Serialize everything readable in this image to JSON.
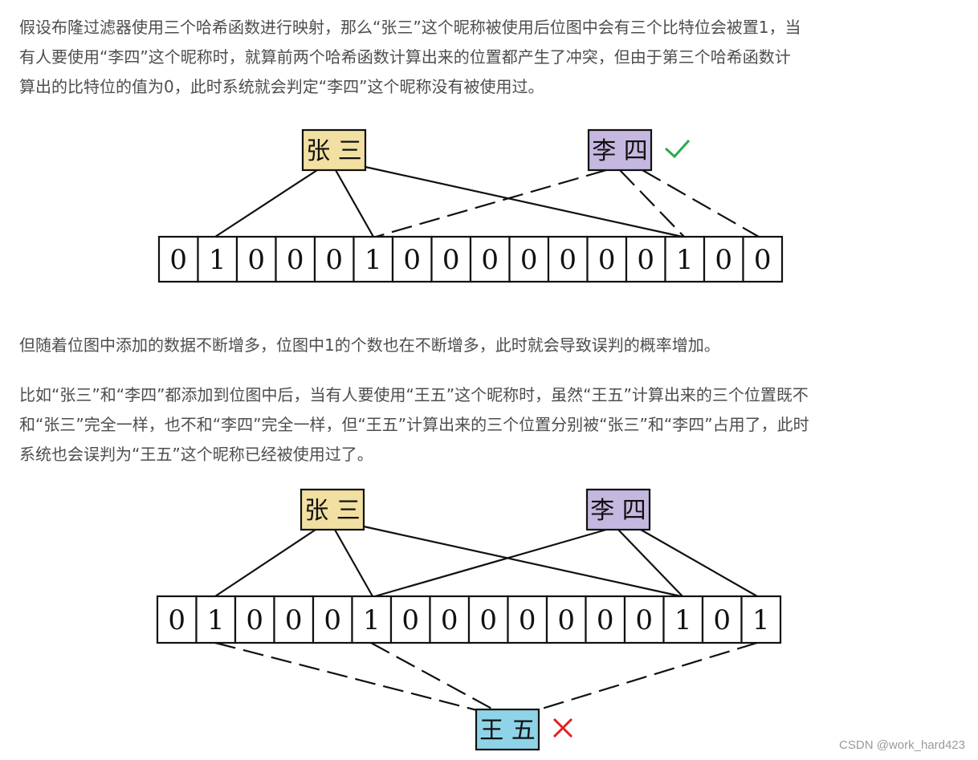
{
  "paragraphs": {
    "p1": [
      "假设布隆过滤器使用三个哈希函数进行映射，那么“张三”这个昵称被使用后位图中会有三个比特位会被置1，当",
      "有人要使用“李四”这个昵称时，就算前两个哈希函数计算出来的位置都产生了冲突，但由于第三个哈希函数计",
      "算出的比特位的值为0，此时系统就会判定“李四”这个昵称没有被使用过。"
    ],
    "p2": [
      "但随着位图中添加的数据不断增多，位图中1的个数也在不断增多，此时就会导致误判的概率增加。"
    ],
    "p3": [
      "比如“张三”和“李四”都添加到位图中后，当有人要使用“王五”这个昵称时，虽然“王五”计算出来的三个位置既不",
      "和“张三”完全一样，也不和“李四”完全一样，但“王五”计算出来的三个位置分别被“张三”和“李四”占用了，此时",
      "系统也会误判为“王五”这个昵称已经被使用过了。"
    ]
  },
  "diagram1": {
    "zhangsan": "张 三",
    "lisi": "李 四",
    "check_icon": "check-icon",
    "bits": [
      "0",
      "1",
      "0",
      "0",
      "0",
      "1",
      "0",
      "0",
      "0",
      "0",
      "0",
      "0",
      "0",
      "1",
      "0",
      "0"
    ]
  },
  "diagram2": {
    "zhangsan": "张 三",
    "lisi": "李 四",
    "wangwu": "王 五",
    "cross_icon": "cross-icon",
    "bits": [
      "0",
      "1",
      "0",
      "0",
      "0",
      "1",
      "0",
      "0",
      "0",
      "0",
      "0",
      "0",
      "0",
      "1",
      "0",
      "1"
    ]
  },
  "colors": {
    "zhangsan_fill": "#f1e0a2",
    "lisi_fill": "#c5b8e0",
    "wangwu_fill": "#8fd3e8",
    "check": "#2ea84a",
    "cross": "#e02020"
  },
  "watermark": "CSDN @work_hard423"
}
